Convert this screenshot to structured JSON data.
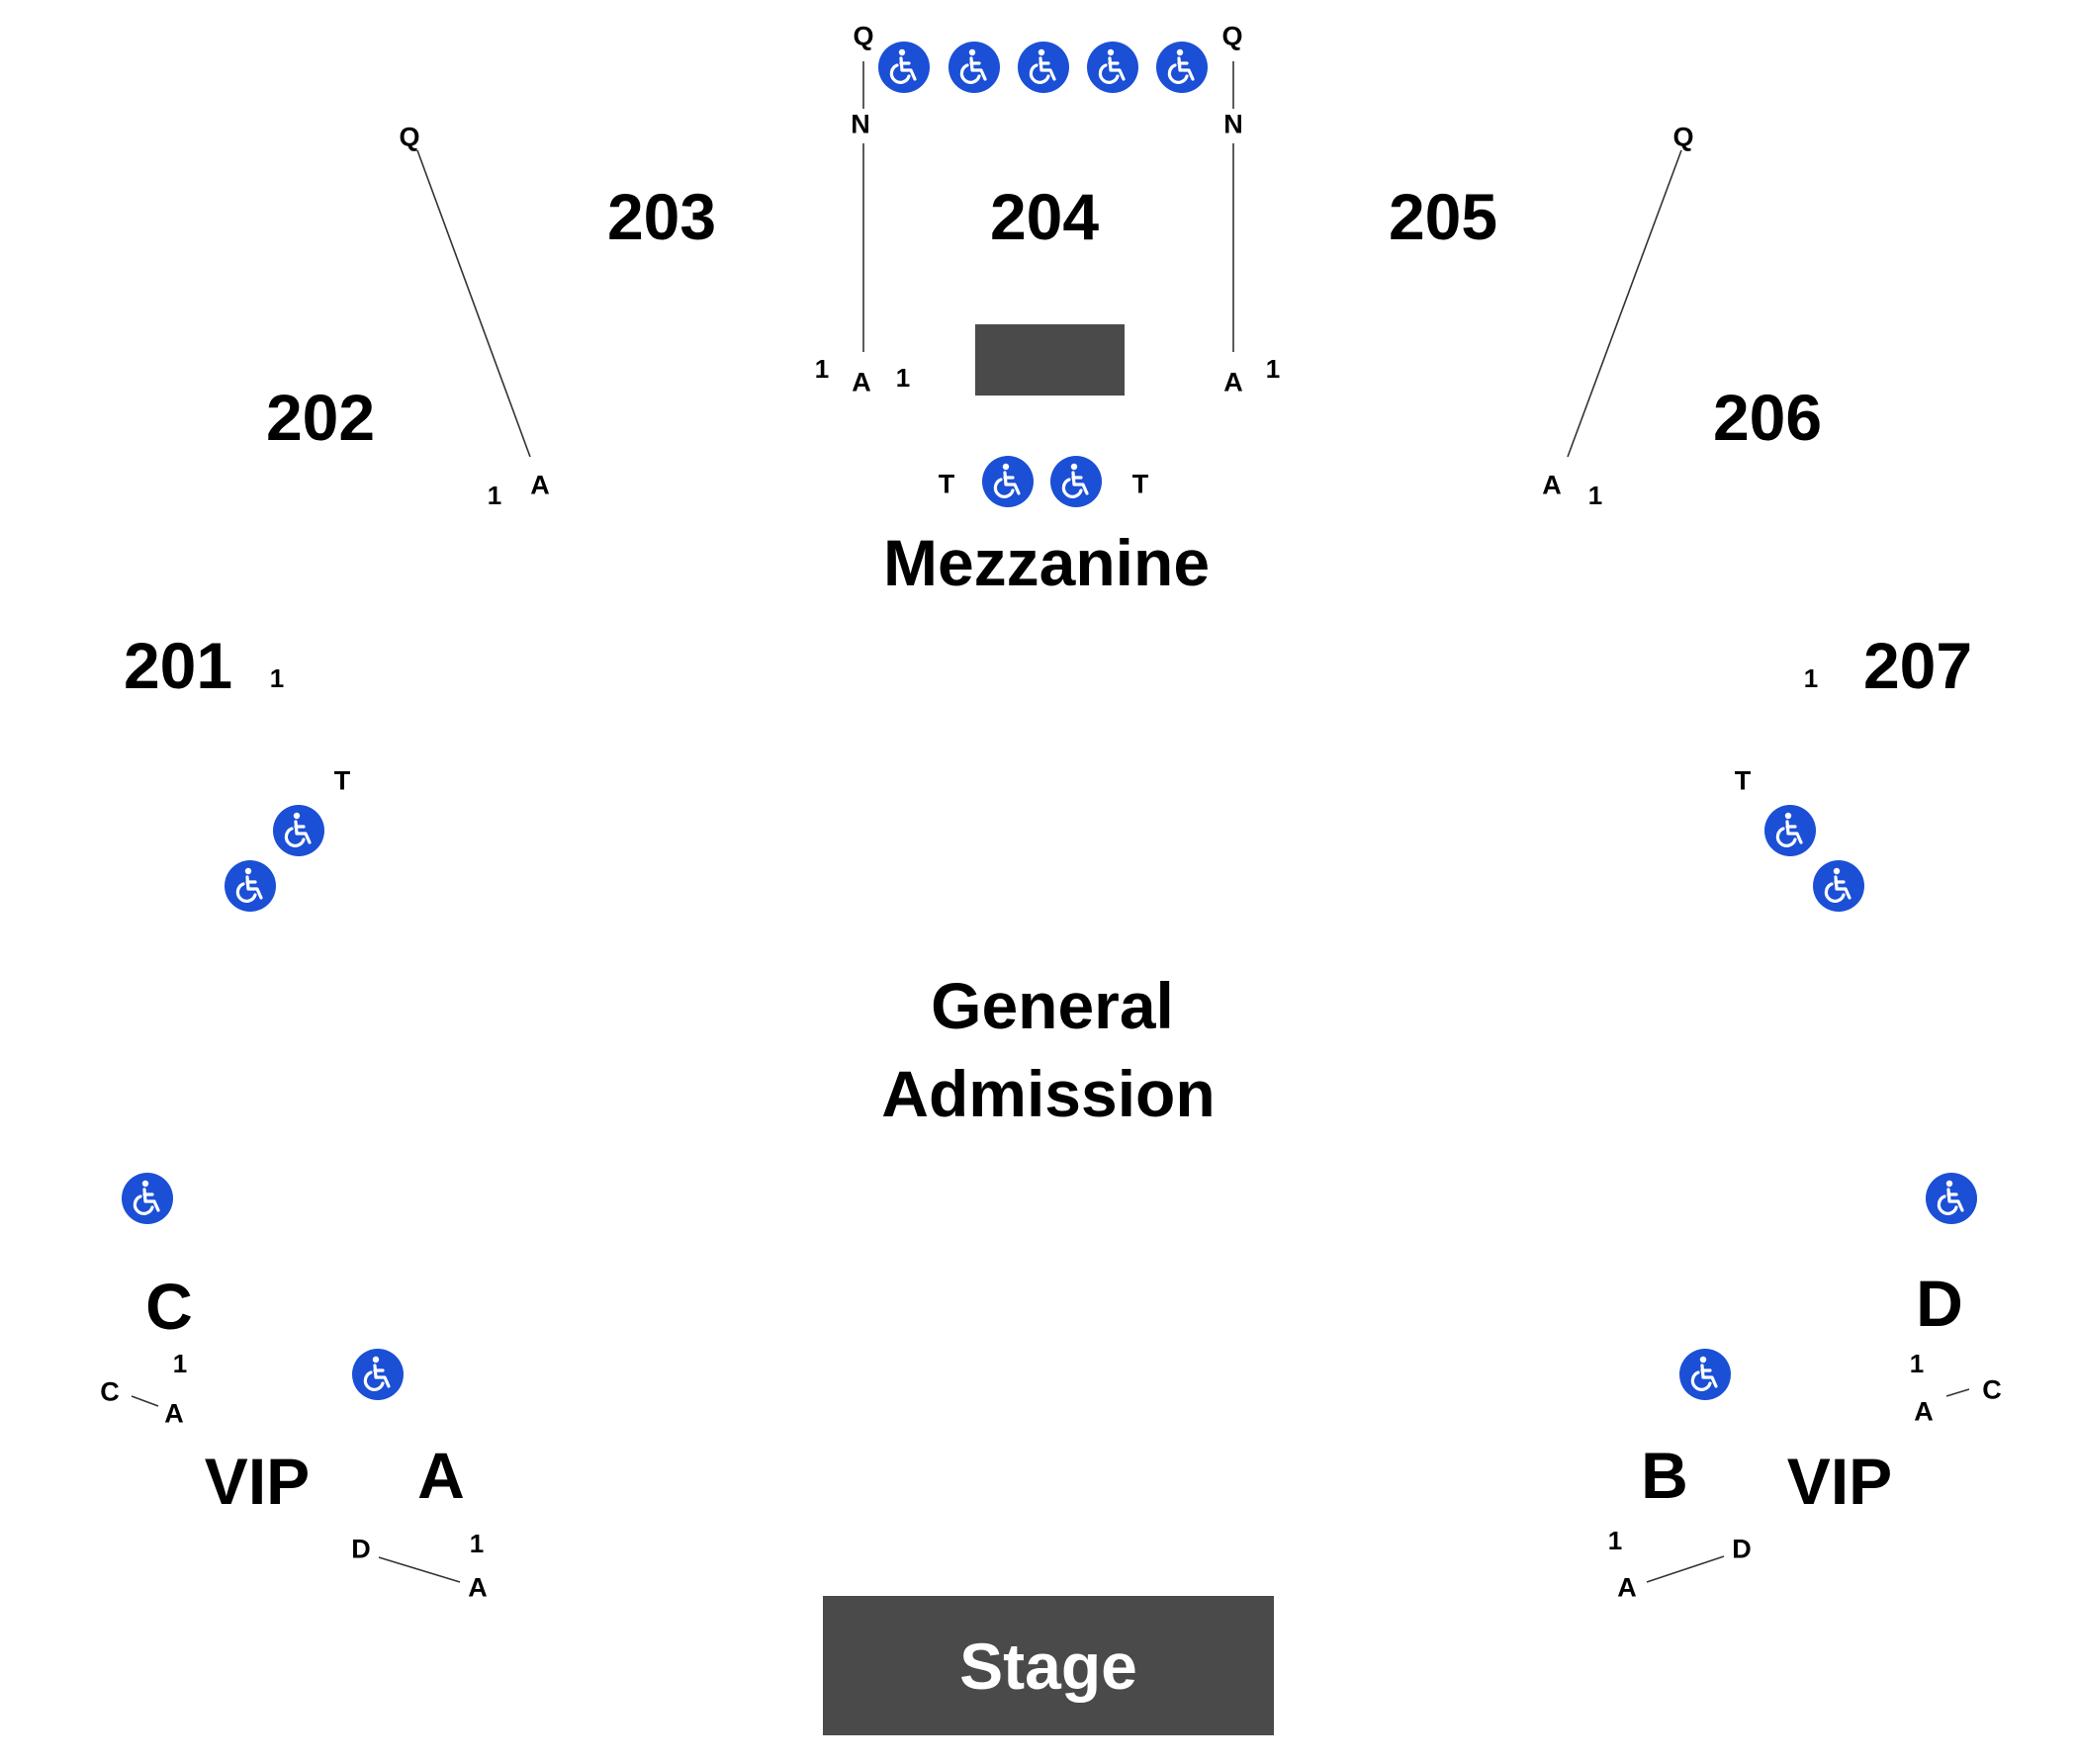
{
  "sections": {
    "s201": "201",
    "s202": "202",
    "s203": "203",
    "s204": "204",
    "s205": "205",
    "s206": "206",
    "s207": "207",
    "mezzanine": "Mezzanine",
    "general_admission_line1": "General",
    "general_admission_line2": "Admission",
    "stage": "Stage",
    "vip_left": "VIP",
    "vip_right": "VIP",
    "sec_a": "A",
    "sec_b": "B",
    "sec_c": "C",
    "sec_d": "D"
  },
  "rows": {
    "q": "Q",
    "n": "N",
    "a": "A",
    "t": "T",
    "c": "C",
    "d": "D"
  },
  "seats": {
    "one": "1"
  },
  "colors": {
    "ada_blue": "#1a4fd6",
    "block_gray": "#4a4a4a"
  },
  "icons": {
    "accessible": "wheelchair-icon"
  }
}
